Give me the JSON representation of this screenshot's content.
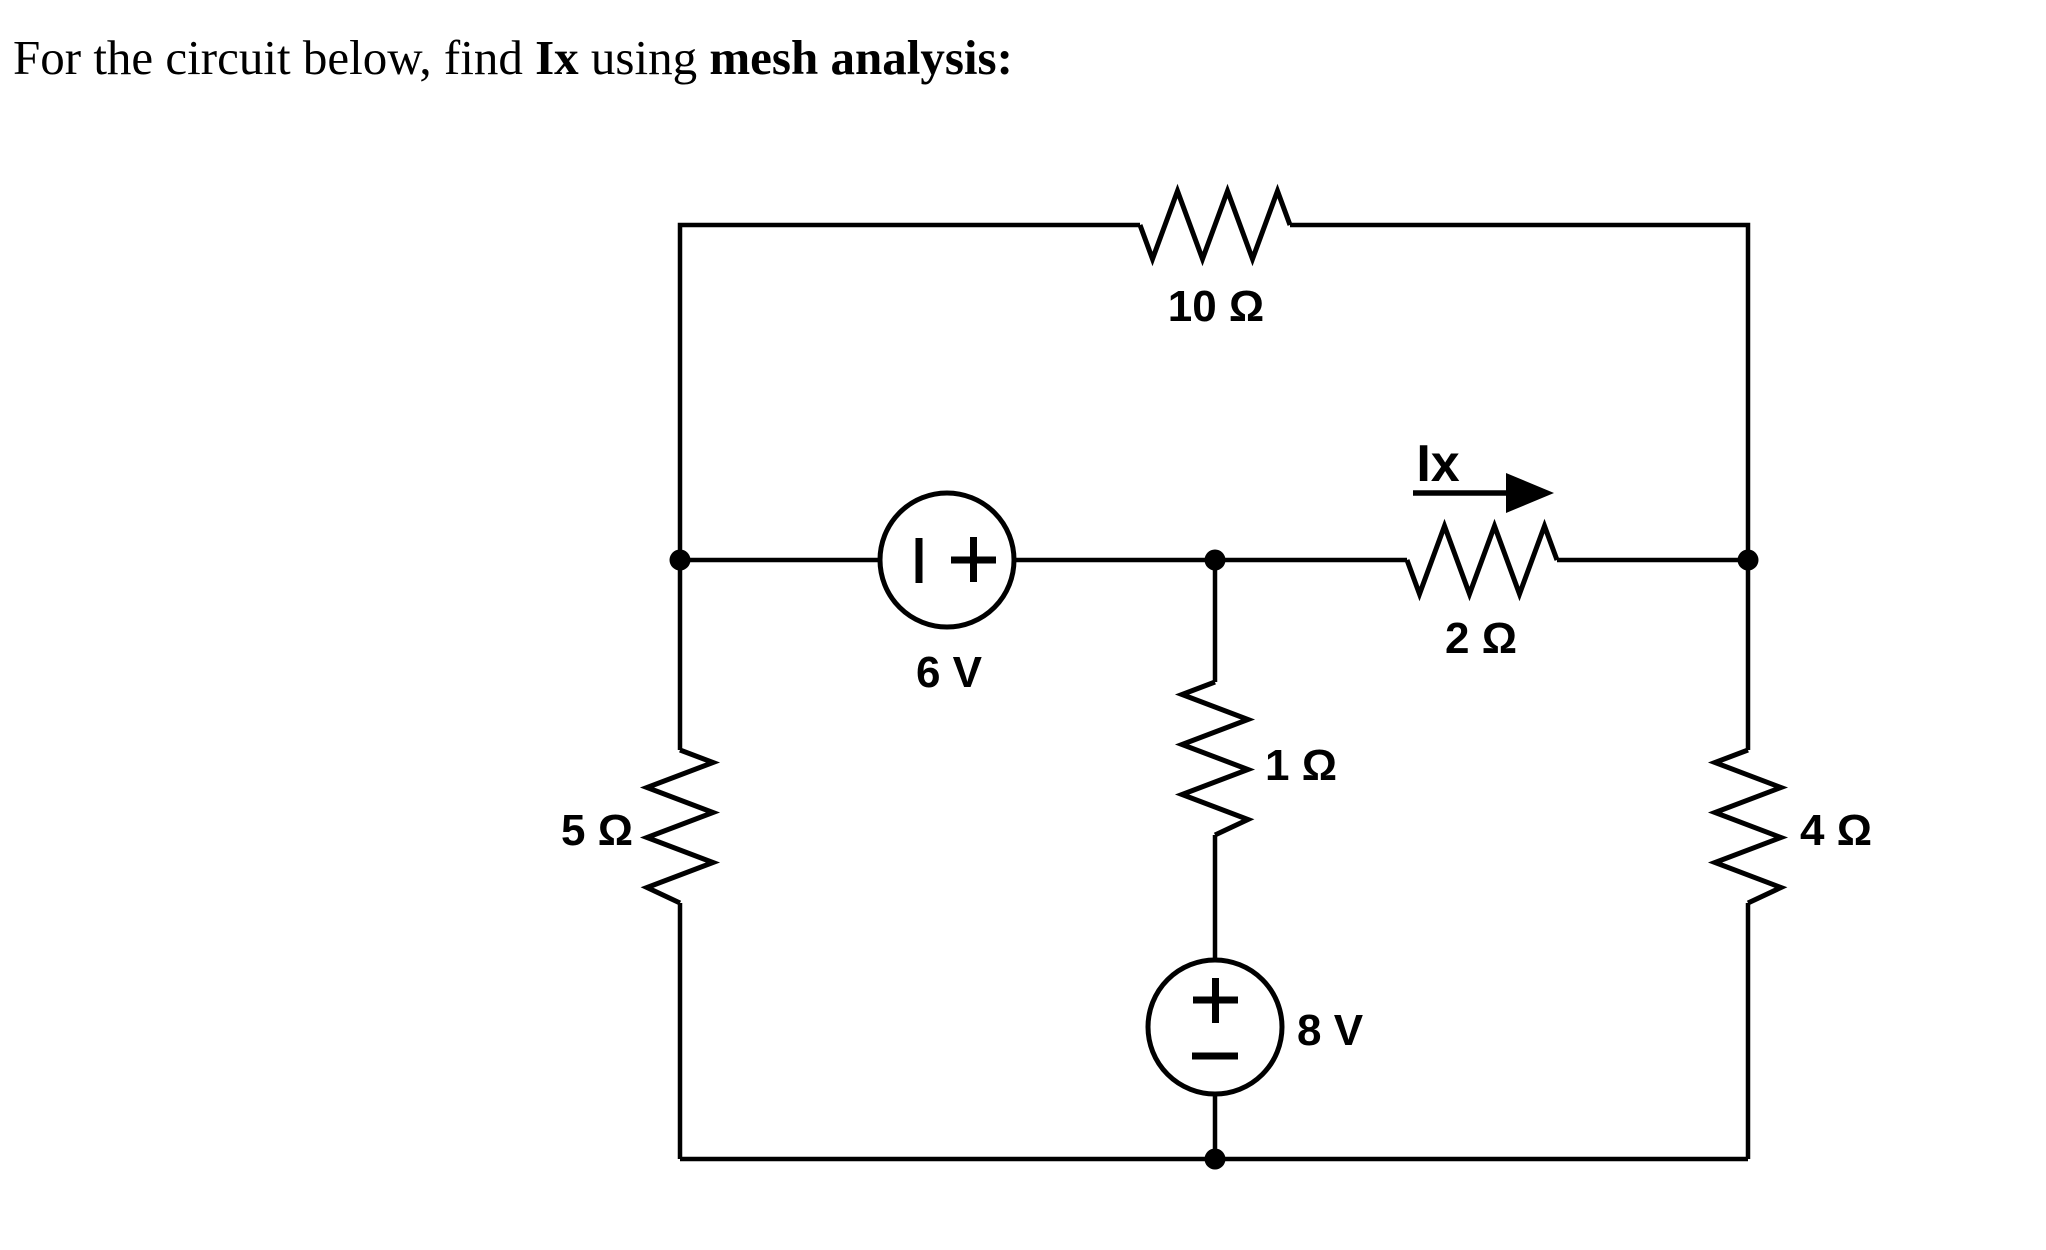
{
  "page": {
    "background": "#ffffff",
    "ink": "#000000",
    "title": {
      "text_full": "For the circuit below, find Ix using mesh analysis:",
      "prefix": "For the circuit below, find ",
      "emphasis1": "Ix",
      "connector": " using ",
      "emphasis2": "mesh analysis:"
    }
  },
  "circuit": {
    "labels": {
      "r10": "10 Ω",
      "r2": "2 Ω",
      "r1": "1 Ω",
      "r5": "5 Ω",
      "r4": "4 Ω",
      "v6": "6 V",
      "v8": "8 V",
      "ix": "Ix"
    },
    "components": [
      {
        "id": "r10",
        "type": "resistor",
        "value": "10 Ω",
        "orientation": "horizontal",
        "location": "top branch between left and right rails"
      },
      {
        "id": "v6",
        "type": "voltage-source",
        "value": "6 V",
        "orientation": "horizontal",
        "polarity": "minus left, plus right",
        "location": "middle branch, left of center node"
      },
      {
        "id": "r2",
        "type": "resistor",
        "value": "2 Ω",
        "orientation": "horizontal",
        "location": "middle branch, right of center node",
        "current_label": "Ix",
        "current_direction": "right"
      },
      {
        "id": "r1",
        "type": "resistor",
        "value": "1 Ω",
        "orientation": "vertical",
        "location": "center vertical branch, upper part"
      },
      {
        "id": "v8",
        "type": "voltage-source",
        "value": "8 V",
        "orientation": "vertical",
        "polarity": "plus top, minus bottom",
        "location": "center vertical branch, lower part"
      },
      {
        "id": "r5",
        "type": "resistor",
        "value": "5 Ω",
        "orientation": "vertical",
        "location": "left rail"
      },
      {
        "id": "r4",
        "type": "resistor",
        "value": "4 Ω",
        "orientation": "vertical",
        "location": "right rail"
      }
    ],
    "nodes": [
      {
        "id": "left-middle",
        "description": "junction of left rail and middle branch"
      },
      {
        "id": "center-middle",
        "description": "junction of middle branch and center vertical branch"
      },
      {
        "id": "right-middle",
        "description": "junction of middle branch and right rail"
      },
      {
        "id": "bottom-center",
        "description": "junction of center vertical branch and bottom wire"
      }
    ]
  }
}
